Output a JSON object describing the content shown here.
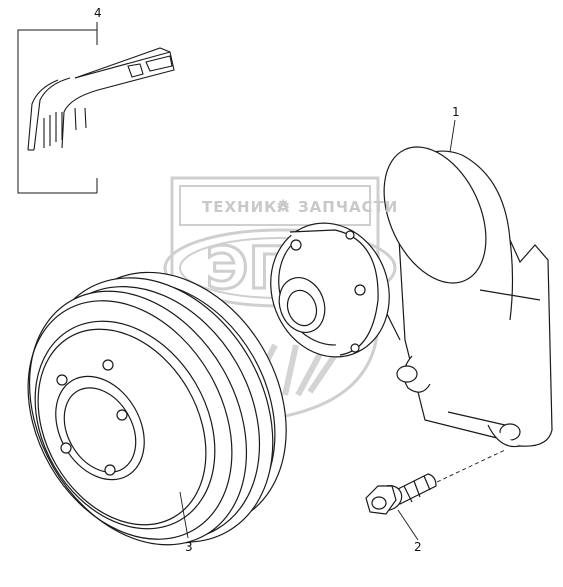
{
  "diagram": {
    "callouts": [
      {
        "id": "1",
        "part": "water-pump"
      },
      {
        "id": "2",
        "part": "flange-bolt"
      },
      {
        "id": "3",
        "part": "pulley"
      },
      {
        "id": "4",
        "part": "inset-detail"
      }
    ]
  },
  "watermark": {
    "word_left": "ТЕХНИКА",
    "word_right": "ЗАПЧАСТИ",
    "logo_text": "ЭПФ"
  },
  "colors": {
    "line": "#1a1a1a",
    "watermark": "#c9c9c9",
    "background": "#ffffff"
  }
}
